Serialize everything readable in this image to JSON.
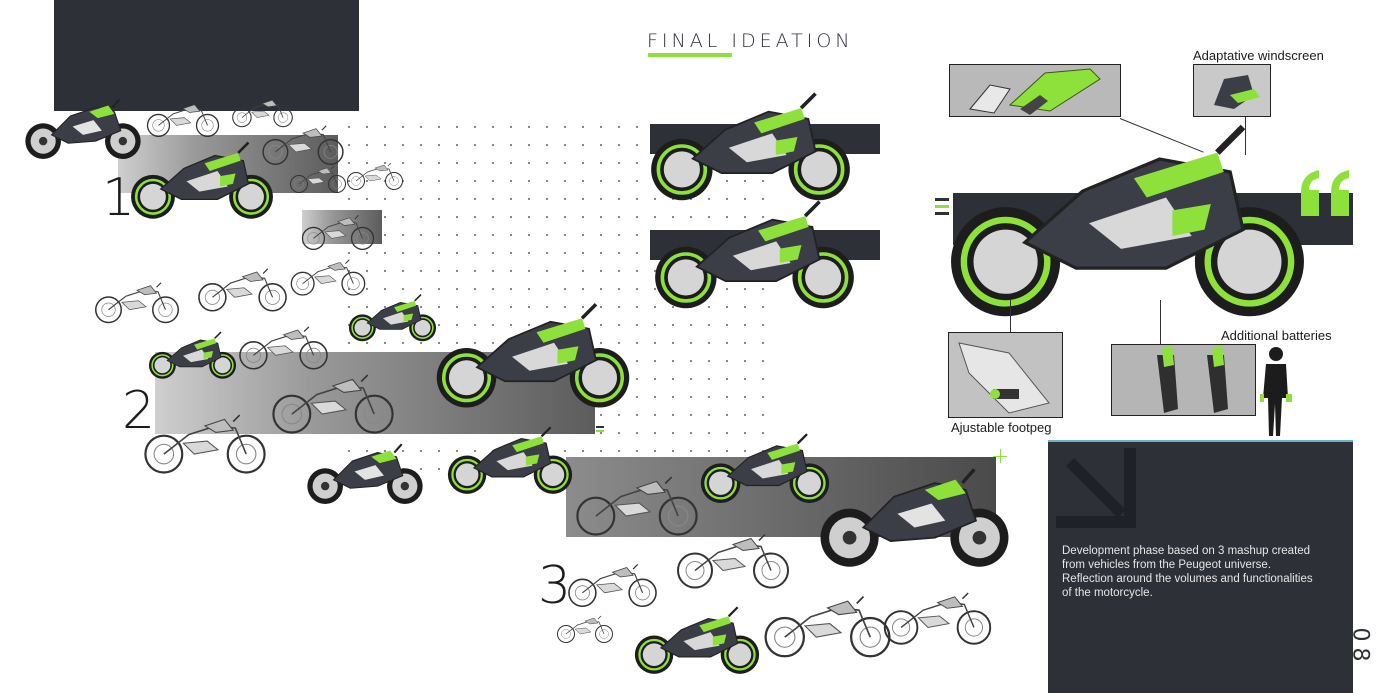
{
  "sheet": {
    "title_part1": "FINAL",
    "title_part2": "IDEATION",
    "page_number": "08"
  },
  "phases": [
    {
      "number": "1"
    },
    {
      "number": "2"
    },
    {
      "number": "3"
    }
  ],
  "callouts": {
    "windscreen": "Adaptative windscreen",
    "batteries": "Additional batteries",
    "footpeg": "Ajustable footpeg"
  },
  "description": {
    "line1": "Development phase based on 3 mashup created",
    "line2": "from vehicles from the Peugeot universe.",
    "line3": "Reflection around the volumes and functionalities",
    "line4": "of the motorcycle."
  },
  "colors": {
    "accent": "#8ee03a",
    "dark": "#2e3038",
    "ink": "#1c1c1c"
  },
  "icons": {
    "quote": "quote-icon",
    "arrow": "arrow-down-right-icon"
  }
}
